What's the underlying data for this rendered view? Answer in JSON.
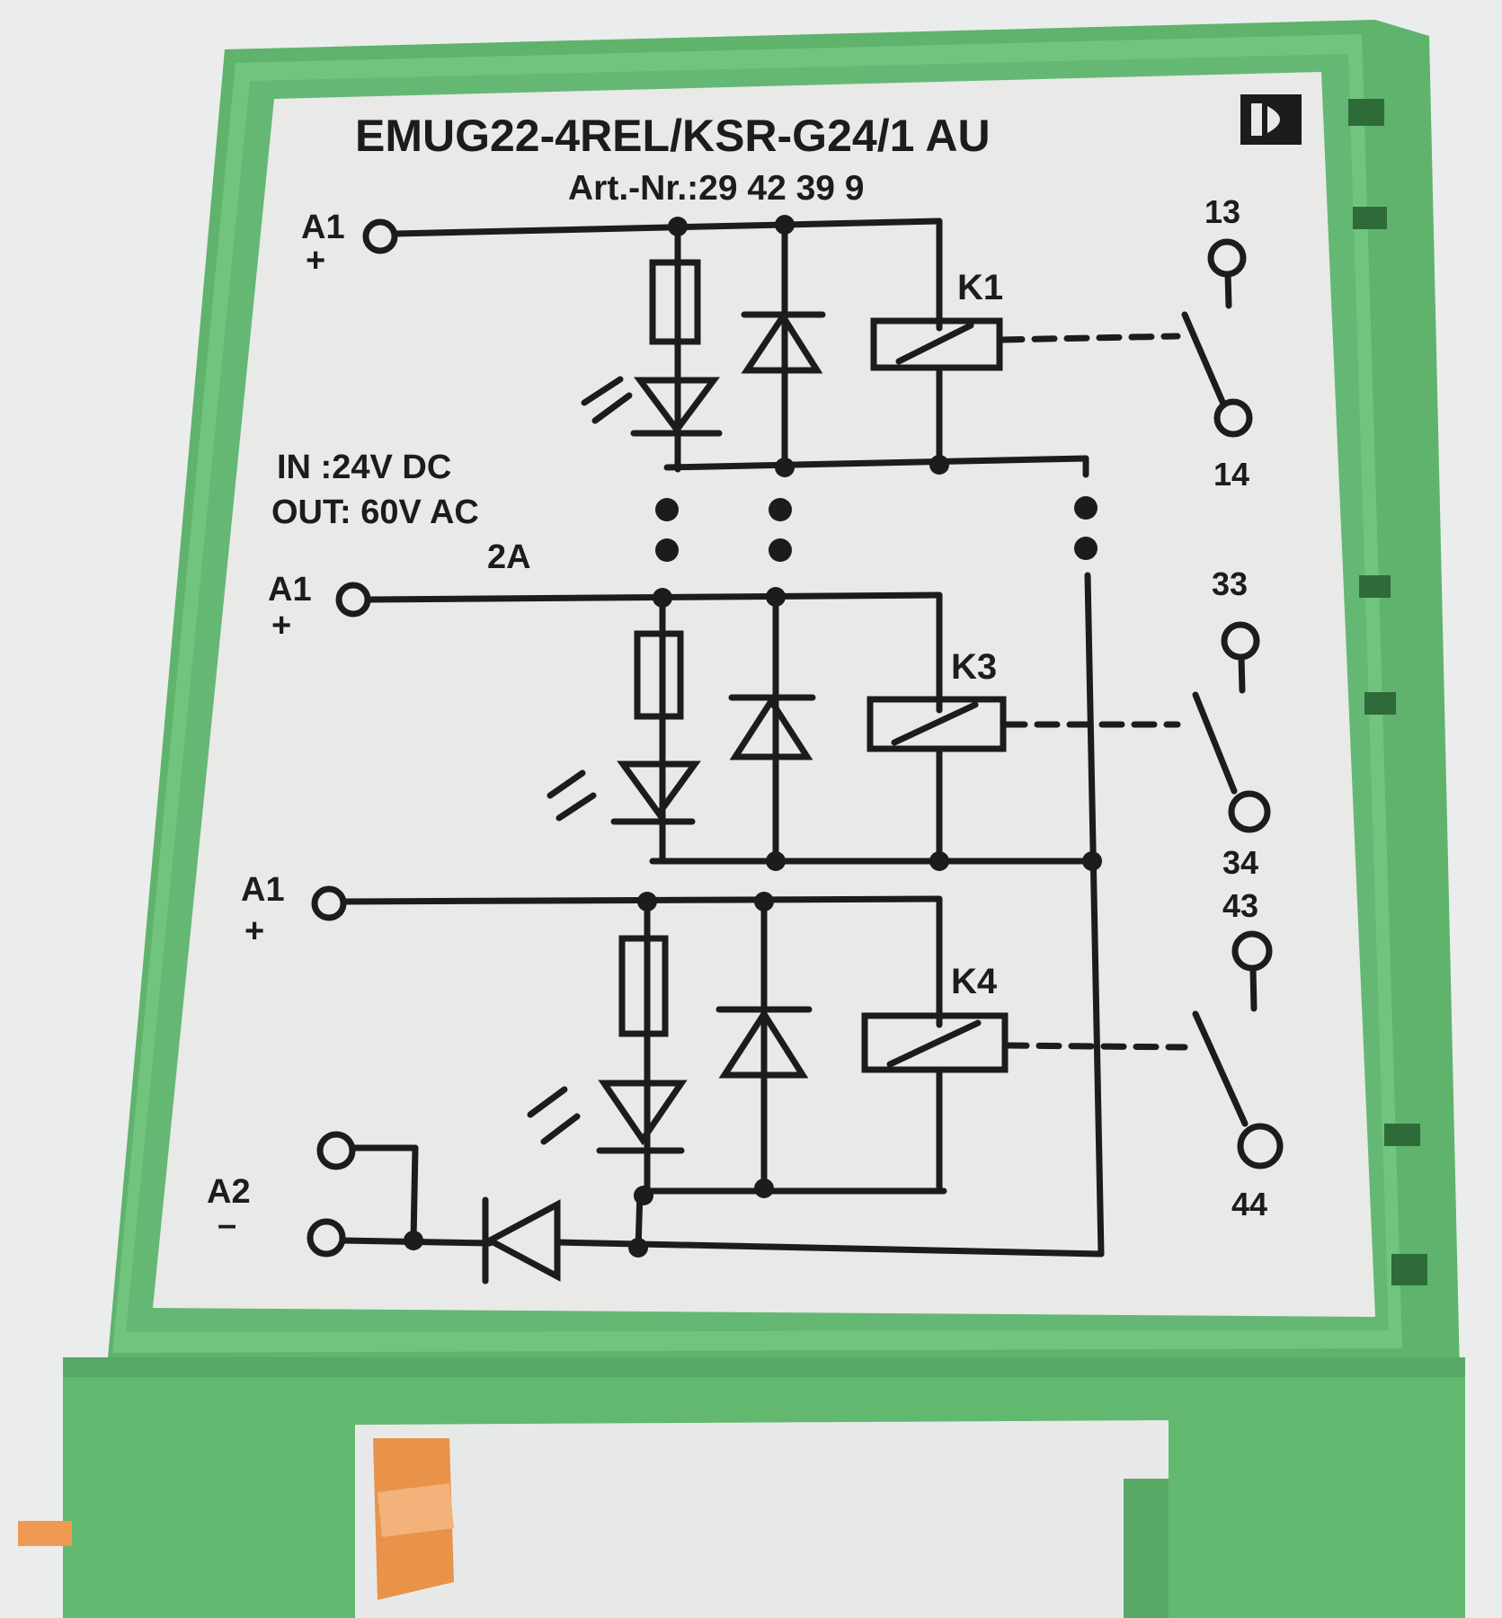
{
  "colors": {
    "background": "#eceded",
    "housing_green": "#6cc27a",
    "housing_dark": "#4fa35e",
    "label_white": "#ececec",
    "ink": "#1c1c1c",
    "orange_latch": "#e8924a"
  },
  "label": {
    "title": "EMUG22-4REL/KSR-G24/1 AU",
    "article_number": "Art.-Nr.:29  42  39  9",
    "logo": "phoenix-contact-logo",
    "specs": {
      "input": "IN   :24V  DC",
      "output": "OUT:  60V  AC",
      "current": "2A"
    },
    "terminals": {
      "a1_top": "A1",
      "a1_mid": "A1",
      "a1_low": "A1",
      "a2": "A2",
      "plus_symbol": "+",
      "minus_symbol": "–",
      "t13": "13",
      "t14": "14",
      "t33": "33",
      "t34": "34",
      "t43": "43",
      "t44": "44"
    },
    "relays": {
      "k1": "K1",
      "k3": "K3",
      "k4": "K4"
    }
  }
}
